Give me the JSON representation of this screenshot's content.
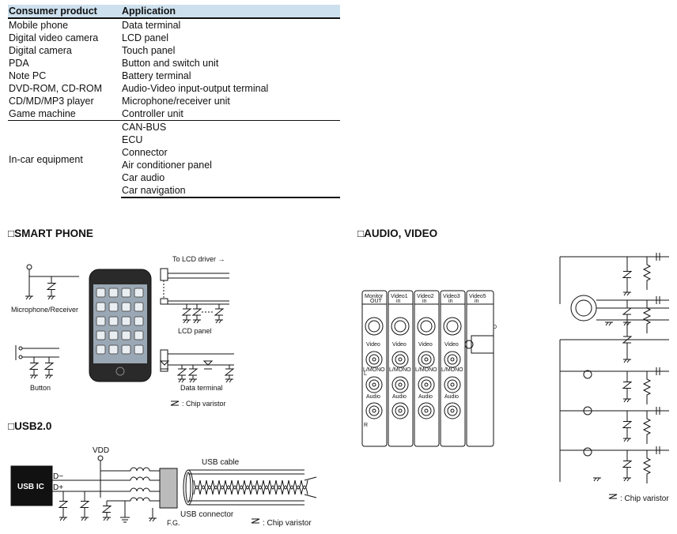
{
  "table": {
    "headers": [
      "Consumer product",
      "Application"
    ],
    "rows": [
      [
        "Mobile phone",
        "Data terminal"
      ],
      [
        "Digital video camera",
        "LCD panel"
      ],
      [
        "Digital camera",
        "Touch panel"
      ],
      [
        "PDA",
        "Button and switch unit"
      ],
      [
        "Note PC",
        "Battery terminal"
      ],
      [
        "DVD-ROM, CD-ROM",
        "Audio-Video input-output terminal"
      ],
      [
        "CD/MD/MP3 player",
        "Microphone/receiver unit"
      ],
      [
        "Game machine",
        "Controller unit"
      ]
    ],
    "incar": {
      "product": "In-car equipment",
      "applications": [
        "CAN-BUS",
        "ECU",
        "Connector",
        "Air conditioner panel",
        "Car audio",
        "Car navigation"
      ]
    }
  },
  "smartphone": {
    "title": "□SMART PHONE",
    "mic_label": "Microphone/Receiver",
    "lcd_driver": "To LCD driver →",
    "lcd_label": "LCD panel",
    "button_label": "Button",
    "data_terminal_label": "Data terminal",
    "legend": ": Chip varistor"
  },
  "usb": {
    "title": "□USB2.0",
    "ic": "USB IC",
    "vdd": "VDD",
    "dminus": "D−",
    "dplus": "D+",
    "cable": "USB cable",
    "connector": "USB connector",
    "fg": "F.G.",
    "legend": ": Chip varistor"
  },
  "audio": {
    "title": "□AUDIO, VIDEO",
    "panels": [
      {
        "l1": "Monitor",
        "l2": "OUT"
      },
      {
        "l1": "Video1",
        "l2": "in"
      },
      {
        "l1": "Video2",
        "l2": "in"
      },
      {
        "l1": "Video3",
        "l2": "in"
      },
      {
        "l1": "Video5",
        "l2": "in"
      }
    ],
    "video": "Video",
    "lmono": "L/MONO",
    "audio": "Audio",
    "l": "L",
    "r": "R",
    "d": "D",
    "legend": ": Chip varistor"
  }
}
